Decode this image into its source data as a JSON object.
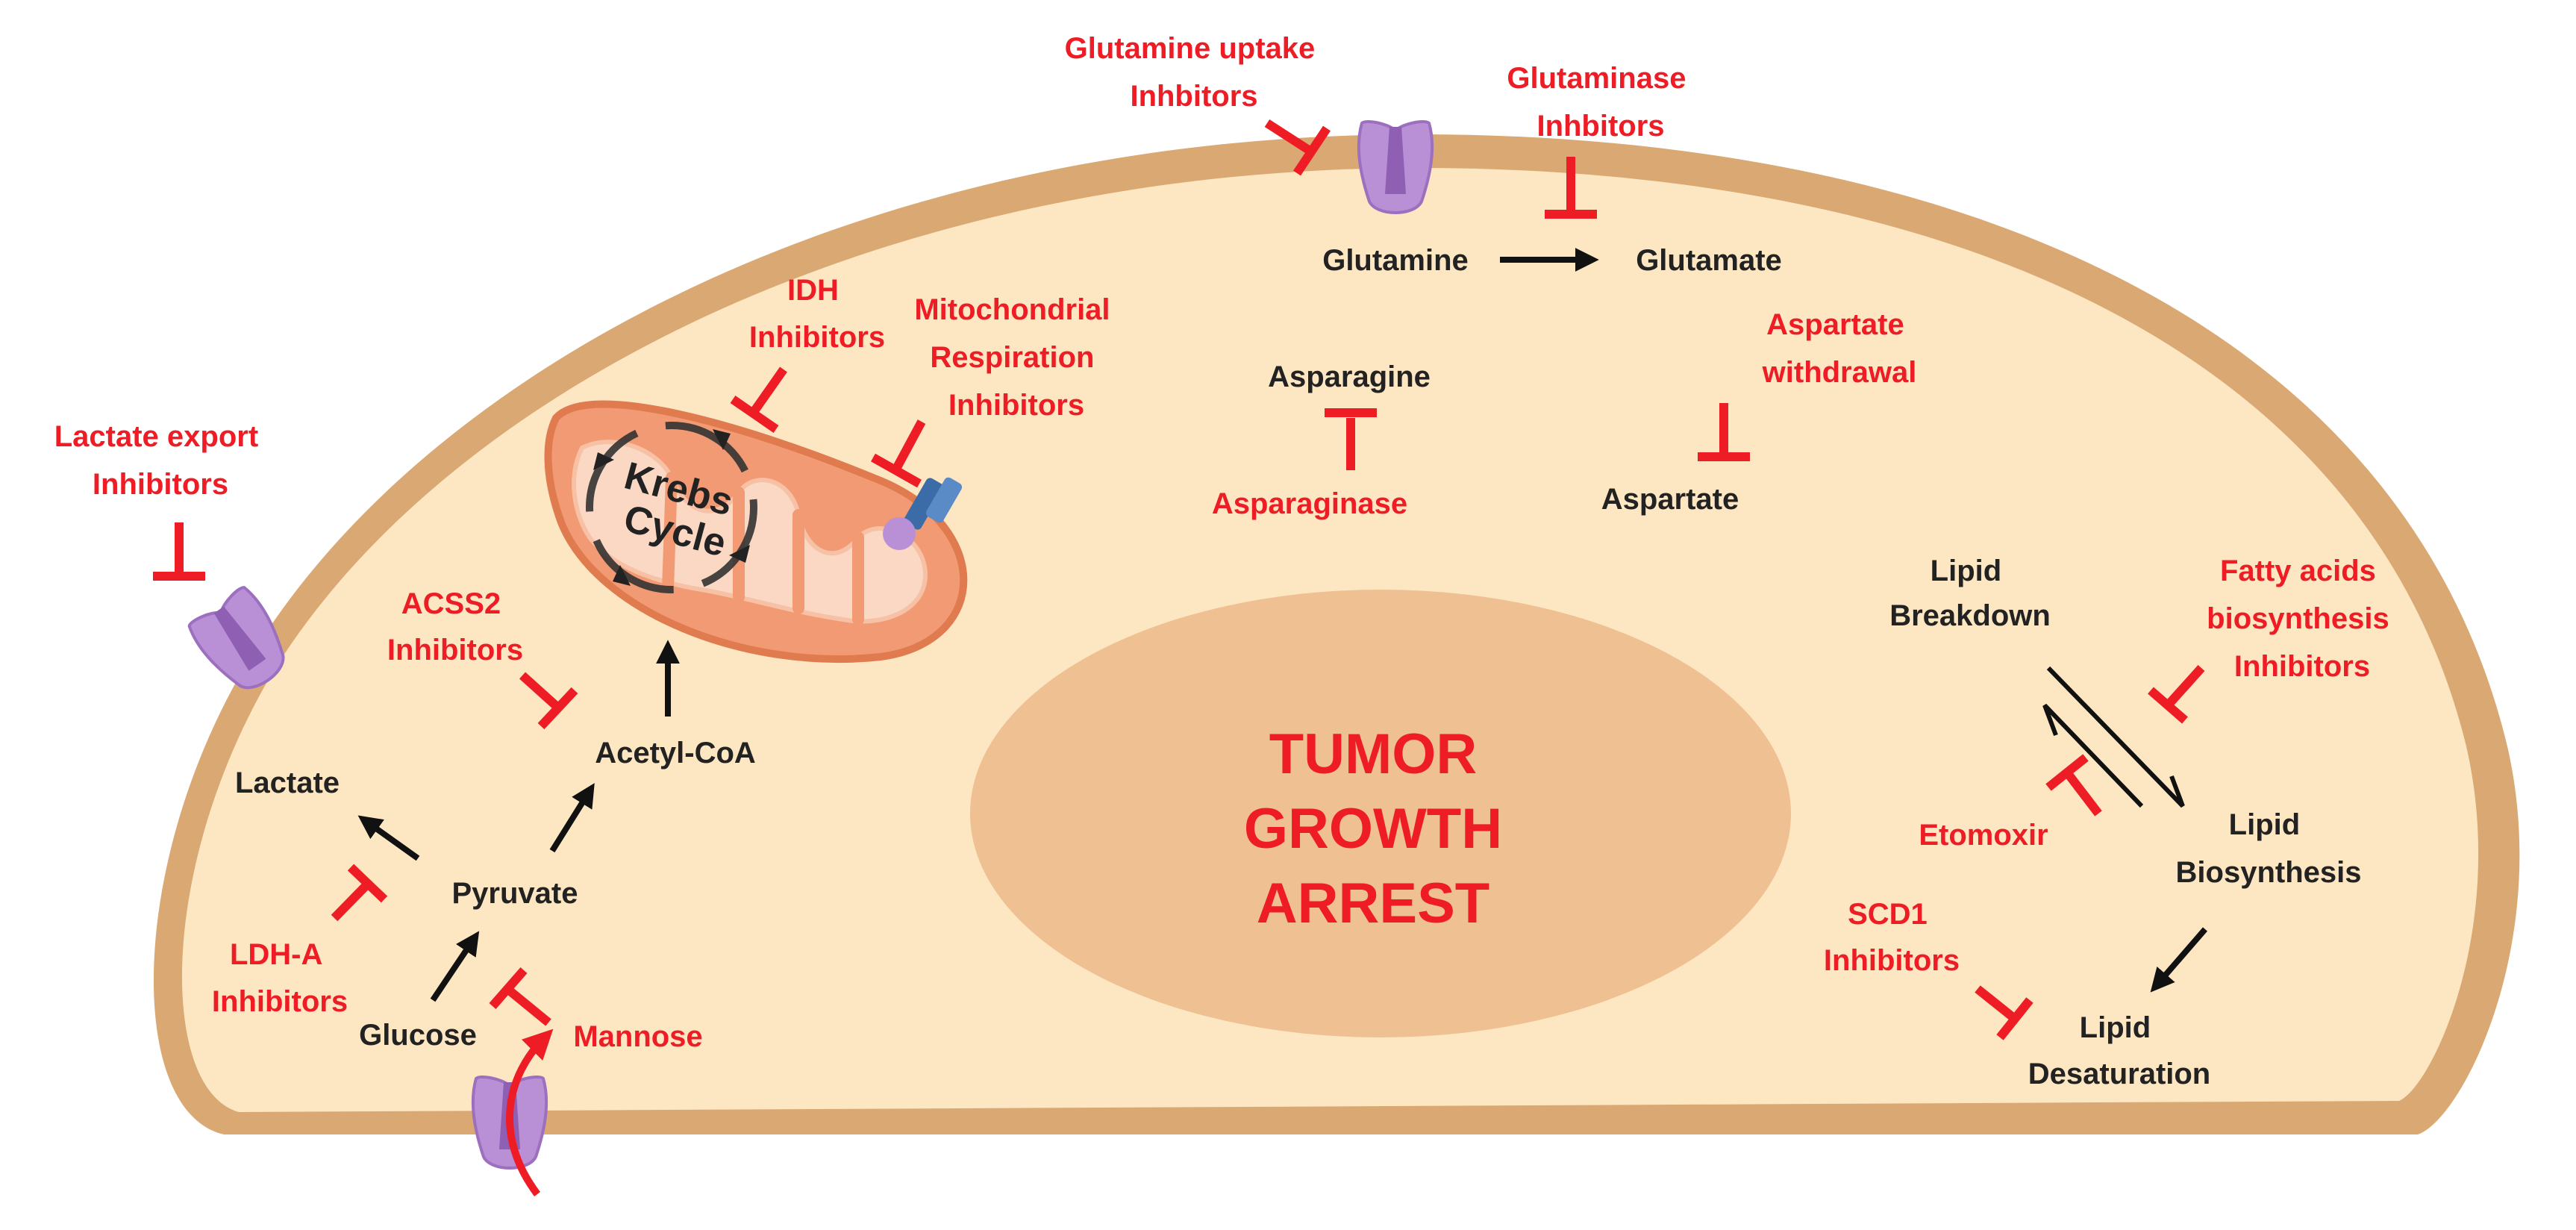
{
  "colors": {
    "inhibitor_red": "#ee1c25",
    "text_black": "#222222",
    "cell_membrane": "#d9a873",
    "cytoplasm": "#fde6c2",
    "nucleus": "#efc092",
    "mitochondrion": "#f29a73",
    "transporter": "#b98fd6"
  },
  "icons": {
    "transporter": "membrane-transporter-icon",
    "complex": "respiratory-complex-icon",
    "cycle": "circular-arrows-icon"
  },
  "nucleus": {
    "line1": "TUMOR",
    "line2": "GROWTH",
    "line3": "ARREST"
  },
  "mitochondrion": {
    "krebs_line1": "Krebs",
    "krebs_line2": "Cycle"
  },
  "metabolites": {
    "glutamine": "Glutamine",
    "glutamate": "Glutamate",
    "asparagine": "Asparagine",
    "aspartate": "Aspartate",
    "lactate": "Lactate",
    "pyruvate": "Pyruvate",
    "glucose": "Glucose",
    "acetyl_coa": "Acetyl-CoA",
    "lipid_breakdown": [
      "Lipid",
      "Breakdown"
    ],
    "lipid_biosynthesis": [
      "Lipid",
      "Biosynthesis"
    ],
    "lipid_desaturation": [
      "Lipid",
      "Desaturation"
    ]
  },
  "inhibitors": {
    "glutamine_uptake": [
      "Glutamine uptake",
      "Inhbitors"
    ],
    "glutaminase": [
      "Glutaminase",
      "Inhbitors"
    ],
    "idh": [
      "IDH",
      "Inhibitors"
    ],
    "mito_respiration": [
      "Mitochondrial",
      "Respiration",
      "Inhibitors"
    ],
    "asparaginase": "Asparaginase",
    "aspartate_withdrawal": [
      "Aspartate",
      "withdrawal"
    ],
    "lactate_export": [
      "Lactate export",
      "Inhibitors"
    ],
    "acss2": [
      "ACSS2",
      "Inhibitors"
    ],
    "ldha": [
      "LDH-A",
      "Inhibitors"
    ],
    "mannose": "Mannose",
    "fatty_acids": [
      "Fatty acids",
      "biosynthesis",
      "Inhibitors"
    ],
    "etomoxir": "Etomoxir",
    "scd1": [
      "SCD1",
      "Inhibitors"
    ]
  }
}
